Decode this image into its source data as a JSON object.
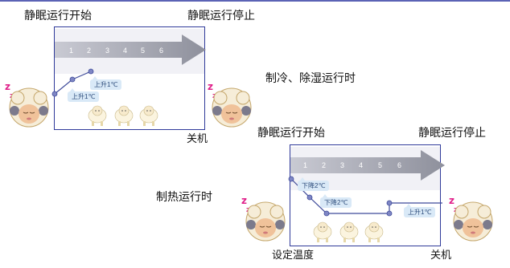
{
  "top": {
    "start_label": "静眠运行开始",
    "stop_label": "静眠运行停止",
    "mode_label": "制冷、除湿运行时",
    "off_label": "关机",
    "steps": [
      "1",
      "2",
      "3",
      "4",
      "5",
      "6"
    ],
    "bubbles": [
      "上升1℃",
      "上升1℃"
    ]
  },
  "bottom": {
    "start_label": "静眠运行开始",
    "stop_label": "静眠运行停止",
    "mode_label": "制热运行时",
    "setpoint_label": "设定温度",
    "off_label": "关机",
    "steps": [
      "1",
      "2",
      "3",
      "4",
      "5",
      "6"
    ],
    "bubbles": [
      "下降2℃",
      "下降2℃",
      "上升1℃"
    ]
  },
  "colors": {
    "frame": "#2f3a9a",
    "arrow": "#9a9ca6",
    "bubble": "#d9e9f7",
    "curve": "#3f4b9a",
    "sheep_wool": "#f6edd8",
    "sheep_face": "#f0c29a",
    "zzz": "#e0208a"
  }
}
